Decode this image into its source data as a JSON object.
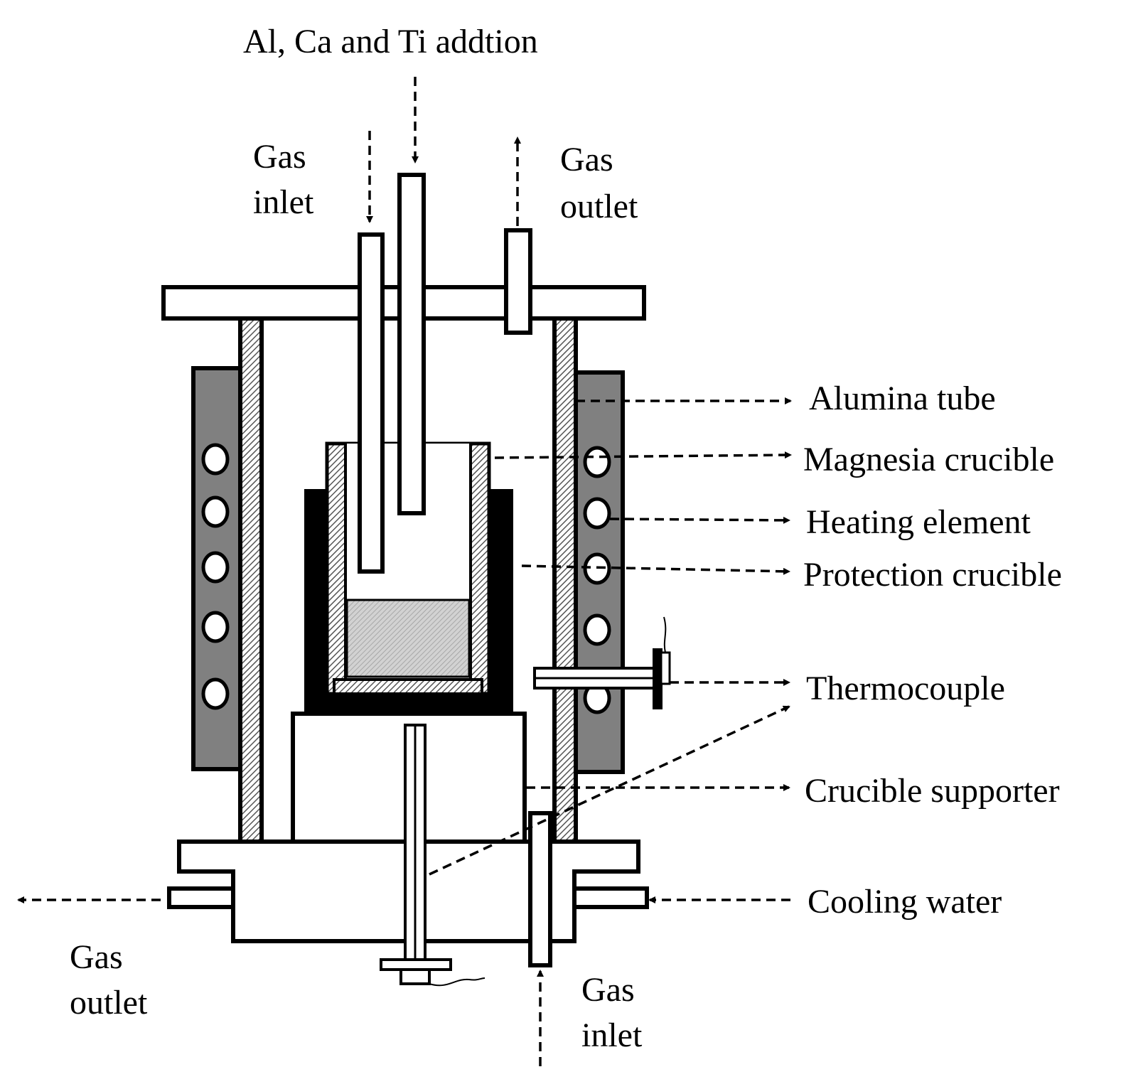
{
  "labels": {
    "addition": "Al, Ca and Ti addtion",
    "gas_inlet_top": [
      "Gas",
      "inlet"
    ],
    "gas_outlet_top": [
      "Gas",
      "outlet"
    ],
    "alumina_tube": "Alumina tube",
    "magnesia_crucible": "Magnesia crucible",
    "heating_element": "Heating element",
    "protection_crucible": "Protection crucible",
    "thermocouple": "Thermocouple",
    "crucible_supporter": "Crucible supporter",
    "cooling_water": "Cooling water",
    "gas_outlet_bottom": [
      "Gas",
      "outlet"
    ],
    "gas_inlet_bottom": [
      "Gas",
      "inlet"
    ]
  },
  "colors": {
    "line": "#000000",
    "heater_block": "#808080",
    "protection_crucible": "#000000",
    "sample": "#c8c8c8",
    "background": "#ffffff"
  }
}
